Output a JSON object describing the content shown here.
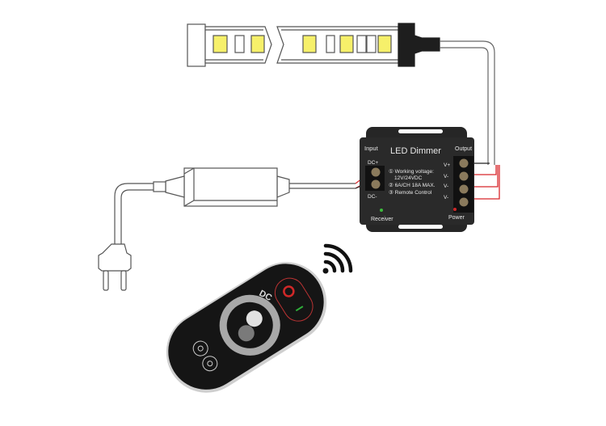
{
  "dimmer": {
    "title": "LED Dimmer",
    "input_label": "Input",
    "output_label": "Output",
    "dc_plus": "DC+",
    "dc_minus": "DC-",
    "spec_line1": "① Working voltage:",
    "spec_line2": "12V/24VDC",
    "spec_line3": "② 6A/CH   18A MAX.",
    "spec_line4": "③ Remote Control",
    "terminals": [
      "V+",
      "V-",
      "V-",
      "V-"
    ],
    "receiver_label": "Receiver",
    "power_label": "Power"
  },
  "remote": {
    "brand_text": "DC"
  },
  "colors": {
    "wire_red": "#d8262b",
    "led_yellow": "#f6f06a",
    "housing": "#1e1e1e",
    "receiver_led": "#3dbb3d",
    "power_led": "#d02828"
  },
  "icons": [
    "led-strip",
    "power-plug",
    "power-adapter",
    "wireless-signal-icon",
    "remote-control"
  ]
}
